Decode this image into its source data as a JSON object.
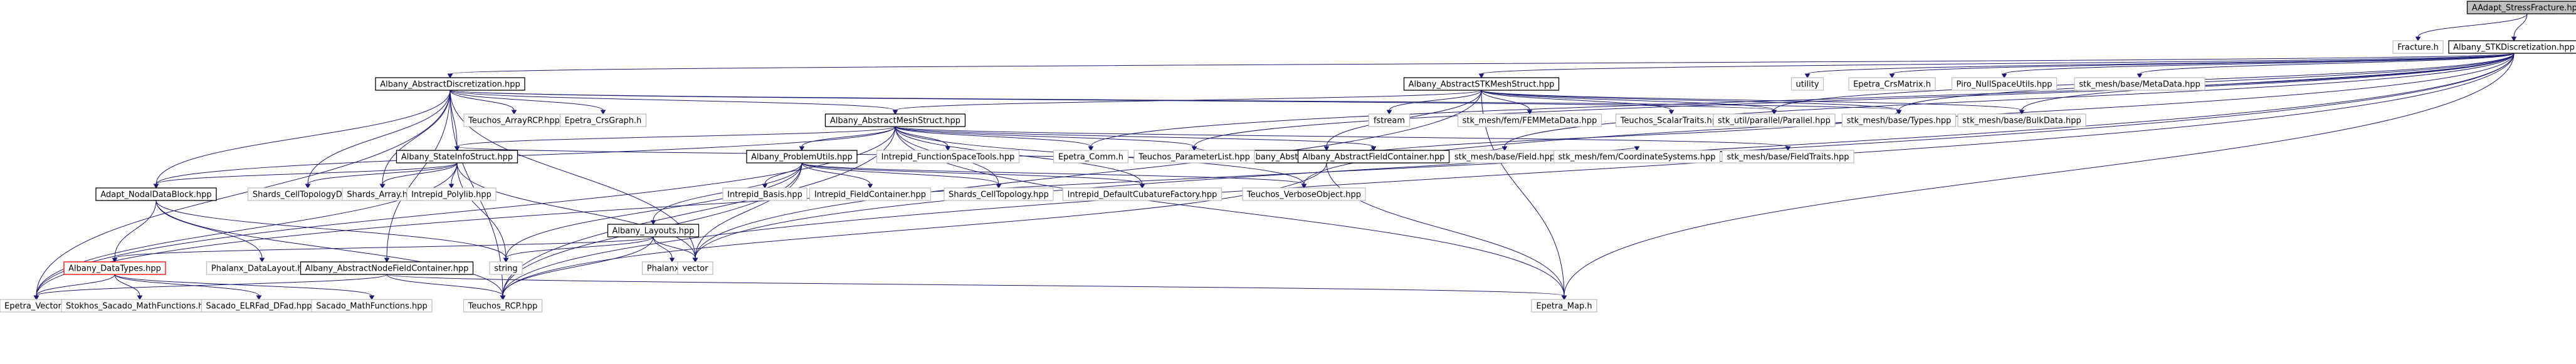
{
  "colors": {
    "edge": "#191970",
    "root_fill": "#bfbfbf",
    "documented_border": "#000000",
    "undocumented_border": "#bfbfbf",
    "missing_border": "#ff0000",
    "background": "#ffffff"
  },
  "nodes": [
    {
      "id": "root",
      "label": "AAdapt_StressFracture.hpp",
      "kind": "root"
    },
    {
      "id": "fracture",
      "label": "Fracture.h",
      "kind": "plain"
    },
    {
      "id": "stkdisc",
      "label": "Albany_STKDiscretization.hpp",
      "kind": "linked"
    },
    {
      "id": "absdisc",
      "label": "Albany_AbstractDiscretization.hpp",
      "kind": "linked"
    },
    {
      "id": "absstkmesh",
      "label": "Albany_AbstractSTKMeshStruct.hpp",
      "kind": "linked"
    },
    {
      "id": "utility",
      "label": "utility",
      "kind": "plain"
    },
    {
      "id": "crsmatrix",
      "label": "Epetra_CrsMatrix.h",
      "kind": "plain"
    },
    {
      "id": "piro",
      "label": "Piro_NullSpaceUtils.hpp",
      "kind": "plain"
    },
    {
      "id": "metadata",
      "label": "stk_mesh/base/MetaData.hpp",
      "kind": "plain"
    },
    {
      "id": "arrayrcp",
      "label": "Teuchos_ArrayRCP.hpp",
      "kind": "plain"
    },
    {
      "id": "crsgraph",
      "label": "Epetra_CrsGraph.h",
      "kind": "plain"
    },
    {
      "id": "fstream",
      "label": "fstream",
      "kind": "plain"
    },
    {
      "id": "femmeta",
      "label": "stk_mesh/fem/FEMMetaData.hpp",
      "kind": "plain"
    },
    {
      "id": "scalartraits",
      "label": "Teuchos_ScalarTraits.hpp",
      "kind": "plain"
    },
    {
      "id": "parallel",
      "label": "stk_util/parallel/Parallel.hpp",
      "kind": "plain"
    },
    {
      "id": "types",
      "label": "stk_mesh/base/Types.hpp",
      "kind": "plain"
    },
    {
      "id": "bulkdata",
      "label": "stk_mesh/base/BulkData.hpp",
      "kind": "plain"
    },
    {
      "id": "absmesh",
      "label": "Albany_AbstractMeshStruct.hpp",
      "kind": "linked"
    },
    {
      "id": "absstkfield",
      "label": "Albany_AbstractSTKFieldContainer.hpp",
      "kind": "linked"
    },
    {
      "id": "stateinfo",
      "label": "Albany_StateInfoStruct.hpp",
      "kind": "linked"
    },
    {
      "id": "problemutils",
      "label": "Albany_ProblemUtils.hpp",
      "kind": "linked"
    },
    {
      "id": "intfunc",
      "label": "Intrepid_FunctionSpaceTools.hpp",
      "kind": "plain"
    },
    {
      "id": "comm",
      "label": "Epetra_Comm.h",
      "kind": "plain"
    },
    {
      "id": "paramlist",
      "label": "Teuchos_ParameterList.hpp",
      "kind": "plain"
    },
    {
      "id": "absfield",
      "label": "Albany_AbstractFieldContainer.hpp",
      "kind": "linked"
    },
    {
      "id": "field",
      "label": "stk_mesh/base/Field.hpp",
      "kind": "plain"
    },
    {
      "id": "coordsys",
      "label": "stk_mesh/fem/CoordinateSystems.hpp",
      "kind": "plain"
    },
    {
      "id": "fieldtraits",
      "label": "stk_mesh/base/FieldTraits.hpp",
      "kind": "plain"
    },
    {
      "id": "nodal",
      "label": "Adapt_NodalDataBlock.hpp",
      "kind": "linked"
    },
    {
      "id": "celltopodata",
      "label": "Shards_CellTopologyData.h",
      "kind": "plain"
    },
    {
      "id": "shardsarray",
      "label": "Shards_Array.hpp",
      "kind": "plain"
    },
    {
      "id": "polylib",
      "label": "Intrepid_Polylib.hpp",
      "kind": "plain"
    },
    {
      "id": "basis",
      "label": "Intrepid_Basis.hpp",
      "kind": "plain"
    },
    {
      "id": "fieldcont",
      "label": "Intrepid_FieldContainer.hpp",
      "kind": "plain"
    },
    {
      "id": "celltopo",
      "label": "Shards_CellTopology.hpp",
      "kind": "plain"
    },
    {
      "id": "cubature",
      "label": "Intrepid_DefaultCubatureFactory.hpp",
      "kind": "plain"
    },
    {
      "id": "verbose",
      "label": "Teuchos_VerboseObject.hpp",
      "kind": "plain"
    },
    {
      "id": "layouts",
      "label": "Albany_Layouts.hpp",
      "kind": "linked"
    },
    {
      "id": "datatypes",
      "label": "Albany_DataTypes.hpp",
      "kind": "missing"
    },
    {
      "id": "phalanxlayout",
      "label": "Phalanx_DataLayout.hpp",
      "kind": "plain"
    },
    {
      "id": "absnodefield",
      "label": "Albany_AbstractNodeFieldContainer.hpp",
      "kind": "linked"
    },
    {
      "id": "string",
      "label": "string",
      "kind": "plain"
    },
    {
      "id": "phalanx",
      "label": "Phalanx.hpp",
      "kind": "plain"
    },
    {
      "id": "vector",
      "label": "vector",
      "kind": "plain"
    },
    {
      "id": "epvector",
      "label": "Epetra_Vector.h",
      "kind": "plain"
    },
    {
      "id": "stokhos",
      "label": "Stokhos_Sacado_MathFunctions.hpp",
      "kind": "plain"
    },
    {
      "id": "elrfad",
      "label": "Sacado_ELRFad_DFad.hpp",
      "kind": "plain"
    },
    {
      "id": "sacadomath",
      "label": "Sacado_MathFunctions.hpp",
      "kind": "plain"
    },
    {
      "id": "rcp",
      "label": "Teuchos_RCP.hpp",
      "kind": "plain"
    },
    {
      "id": "epmap",
      "label": "Epetra_Map.h",
      "kind": "plain"
    }
  ],
  "edges": [
    [
      "root",
      "fracture"
    ],
    [
      "root",
      "stkdisc"
    ],
    [
      "stkdisc",
      "absdisc"
    ],
    [
      "stkdisc",
      "absstkmesh"
    ],
    [
      "stkdisc",
      "utility"
    ],
    [
      "stkdisc",
      "crsmatrix"
    ],
    [
      "stkdisc",
      "piro"
    ],
    [
      "stkdisc",
      "metadata"
    ],
    [
      "stkdisc",
      "types"
    ],
    [
      "stkdisc",
      "bulkdata"
    ],
    [
      "stkdisc",
      "parallel"
    ],
    [
      "stkdisc",
      "epvector"
    ],
    [
      "stkdisc",
      "vector"
    ],
    [
      "stkdisc",
      "comm"
    ],
    [
      "stkdisc",
      "paramlist"
    ],
    [
      "stkdisc",
      "verbose"
    ],
    [
      "stkdisc",
      "field"
    ],
    [
      "stkdisc",
      "rcp"
    ],
    [
      "stkdisc",
      "epmap"
    ],
    [
      "absdisc",
      "arrayrcp"
    ],
    [
      "absdisc",
      "crsgraph"
    ],
    [
      "absdisc",
      "absmesh"
    ],
    [
      "absdisc",
      "stateinfo"
    ],
    [
      "absdisc",
      "celltopodata"
    ],
    [
      "absdisc",
      "shardsarray"
    ],
    [
      "absdisc",
      "absnodefield"
    ],
    [
      "absdisc",
      "epvector"
    ],
    [
      "absdisc",
      "vector"
    ],
    [
      "absdisc",
      "rcp"
    ],
    [
      "absdisc",
      "nodal"
    ],
    [
      "absdisc",
      "parallel"
    ],
    [
      "absdisc",
      "types"
    ],
    [
      "absstkmesh",
      "absmesh"
    ],
    [
      "absstkmesh",
      "absstkfield"
    ],
    [
      "absstkmesh",
      "fstream"
    ],
    [
      "absstkmesh",
      "femmeta"
    ],
    [
      "absstkmesh",
      "scalartraits"
    ],
    [
      "absstkmesh",
      "parallel"
    ],
    [
      "absstkmesh",
      "types"
    ],
    [
      "absstkmesh",
      "bulkdata"
    ],
    [
      "absstkmesh",
      "vector"
    ],
    [
      "absstkmesh",
      "epmap"
    ],
    [
      "absmesh",
      "stateinfo"
    ],
    [
      "absmesh",
      "problemutils"
    ],
    [
      "absmesh",
      "intfunc"
    ],
    [
      "absmesh",
      "comm"
    ],
    [
      "absmesh",
      "paramlist"
    ],
    [
      "absmesh",
      "absfield"
    ],
    [
      "absmesh",
      "celltopo"
    ],
    [
      "absmesh",
      "cubature"
    ],
    [
      "absmesh",
      "verbose"
    ],
    [
      "absmesh",
      "epmap"
    ],
    [
      "absmesh",
      "fieldtraits"
    ],
    [
      "absmesh",
      "nodal"
    ],
    [
      "absmesh",
      "epvector"
    ],
    [
      "absmesh",
      "rcp"
    ],
    [
      "absstkfield",
      "absfield"
    ],
    [
      "absstkfield",
      "stateinfo"
    ],
    [
      "absstkfield",
      "paramlist"
    ],
    [
      "absstkfield",
      "field"
    ],
    [
      "absstkfield",
      "coordsys"
    ],
    [
      "absstkfield",
      "fieldtraits"
    ],
    [
      "absstkfield",
      "types"
    ],
    [
      "absstkfield",
      "rcp"
    ],
    [
      "absstkfield",
      "epmap"
    ],
    [
      "stateinfo",
      "nodal"
    ],
    [
      "stateinfo",
      "celltopodata"
    ],
    [
      "stateinfo",
      "shardsarray"
    ],
    [
      "stateinfo",
      "polylib"
    ],
    [
      "stateinfo",
      "string"
    ],
    [
      "stateinfo",
      "vector"
    ],
    [
      "stateinfo",
      "epvector"
    ],
    [
      "problemutils",
      "layouts"
    ],
    [
      "problemutils",
      "basis"
    ],
    [
      "problemutils",
      "fieldcont"
    ],
    [
      "problemutils",
      "celltopo"
    ],
    [
      "problemutils",
      "cubature"
    ],
    [
      "problemutils",
      "verbose"
    ],
    [
      "problemutils",
      "string"
    ],
    [
      "problemutils",
      "vector"
    ],
    [
      "problemutils",
      "rcp"
    ],
    [
      "nodal",
      "datatypes"
    ],
    [
      "nodal",
      "phalanxlayout"
    ],
    [
      "nodal",
      "string"
    ],
    [
      "nodal",
      "rcp"
    ],
    [
      "layouts",
      "datatypes"
    ],
    [
      "layouts",
      "string"
    ],
    [
      "layouts",
      "phalanx"
    ],
    [
      "layouts",
      "vector"
    ],
    [
      "layouts",
      "rcp"
    ],
    [
      "absnodefield",
      "epvector"
    ],
    [
      "absnodefield",
      "rcp"
    ],
    [
      "absnodefield",
      "epmap"
    ],
    [
      "datatypes",
      "stokhos"
    ],
    [
      "datatypes",
      "elrfad"
    ],
    [
      "datatypes",
      "sacadomath"
    ],
    [
      "datatypes",
      "epvector"
    ]
  ]
}
